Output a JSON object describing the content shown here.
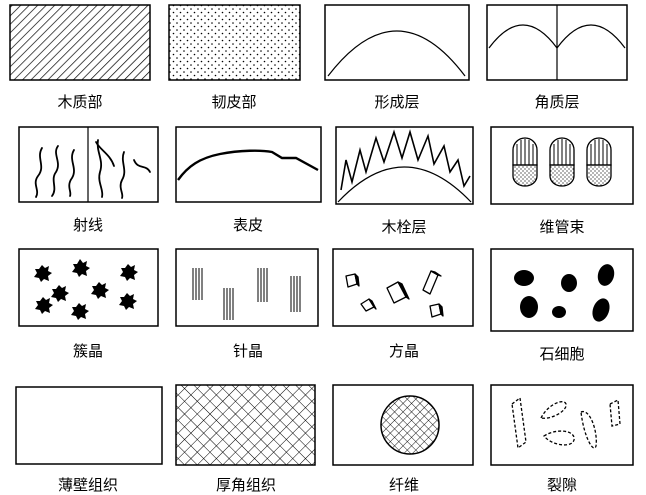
{
  "legend": {
    "items": [
      {
        "key": "xylem",
        "label": "木质部"
      },
      {
        "key": "phloem",
        "label": "韧皮部"
      },
      {
        "key": "cambium",
        "label": "形成层"
      },
      {
        "key": "keratin_layer",
        "label": "角质层"
      },
      {
        "key": "ray",
        "label": "射线"
      },
      {
        "key": "epidermis",
        "label": "表皮"
      },
      {
        "key": "cork",
        "label": "木栓层"
      },
      {
        "key": "vascular_bundle",
        "label": "维管束"
      },
      {
        "key": "cluster_crystal",
        "label": "簇晶"
      },
      {
        "key": "needle_crystal",
        "label": "针晶"
      },
      {
        "key": "prism_crystal",
        "label": "方晶"
      },
      {
        "key": "stone_cell",
        "label": "石细胞"
      },
      {
        "key": "thin_wall_tissue",
        "label": "薄壁组织"
      },
      {
        "key": "collenchyma",
        "label": "厚角组织"
      },
      {
        "key": "fiber",
        "label": "纤维"
      },
      {
        "key": "cleft",
        "label": "裂隙"
      }
    ]
  }
}
